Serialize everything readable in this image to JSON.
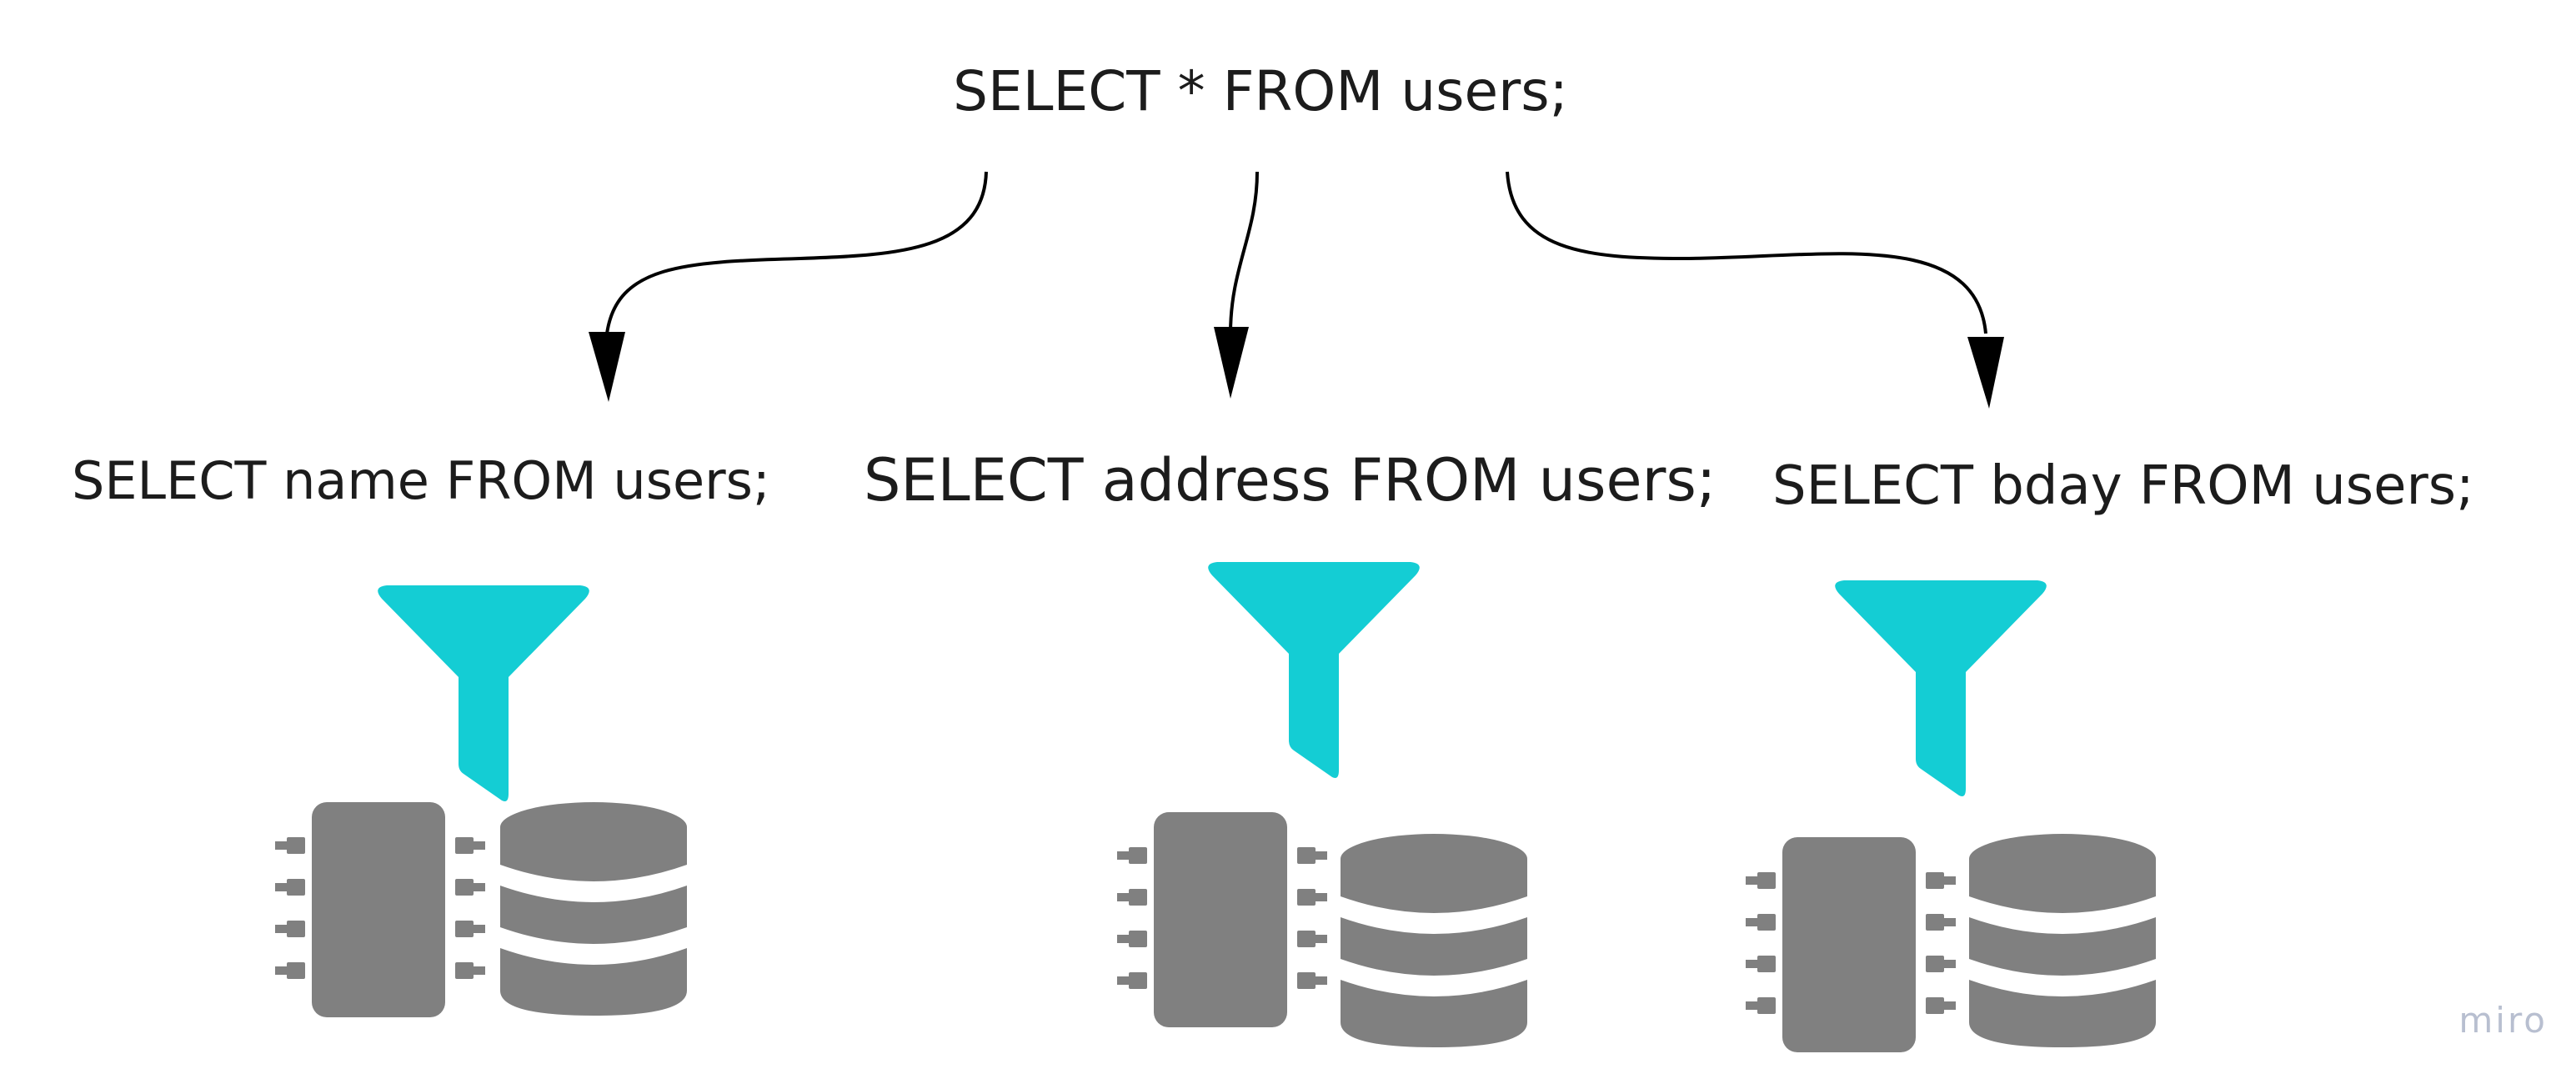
{
  "diagram": {
    "root_query": "SELECT * FROM users;",
    "branches": [
      {
        "query": "SELECT name FROM users;"
      },
      {
        "query": "SELECT address FROM users;"
      },
      {
        "query": "SELECT bday FROM users;"
      }
    ],
    "colors": {
      "funnel": "#14cdd4",
      "icon": "#808080",
      "arrow": "#000000",
      "text": "#1c1c1c"
    },
    "icons": [
      "filter-funnel-icon",
      "server-module-icon",
      "database-icon"
    ]
  },
  "watermark": "miro"
}
